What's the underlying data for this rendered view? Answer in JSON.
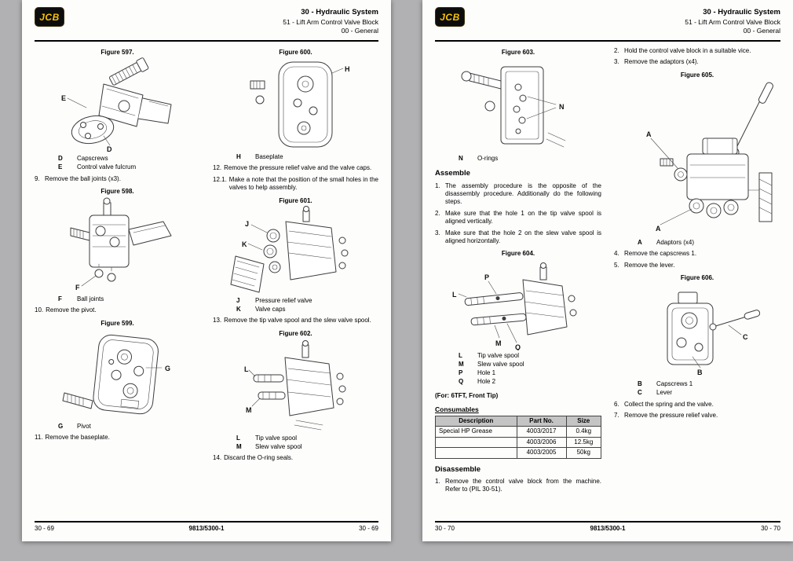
{
  "doc": {
    "logo_text": "JCB",
    "header": {
      "title": "30 - Hydraulic System",
      "subtitle": "51 - Lift Arm Control Valve Block",
      "section": "00 - General"
    },
    "footer_center": "9813/5300-1"
  },
  "left_page": {
    "page_no": "30 - 69",
    "fig597": "Figure 597.",
    "labels_597": [
      {
        "k": "D",
        "v": "Capscrews"
      },
      {
        "k": "E",
        "v": "Control valve fulcrum"
      }
    ],
    "fig598": "Figure 598.",
    "labels_598": [
      {
        "k": "F",
        "v": "Ball joints"
      }
    ],
    "fig599": "Figure 599.",
    "labels_599": [
      {
        "k": "G",
        "v": "Pivot"
      }
    ],
    "fig600": "Figure 600.",
    "labels_600": [
      {
        "k": "H",
        "v": "Baseplate"
      }
    ],
    "fig601": "Figure 601.",
    "labels_601": [
      {
        "k": "J",
        "v": "Pressure relief valve"
      },
      {
        "k": "K",
        "v": "Valve caps"
      }
    ],
    "fig602": "Figure 602.",
    "labels_602": [
      {
        "k": "L",
        "v": "Tip valve spool"
      },
      {
        "k": "M",
        "v": "Slew valve spool"
      }
    ],
    "steps": [
      {
        "n": "9.",
        "t": "Remove the ball joints (x3)."
      },
      {
        "n": "10.",
        "t": "Remove the pivot."
      },
      {
        "n": "11.",
        "t": "Remove the baseplate."
      },
      {
        "n": "12.",
        "t": "Remove the pressure relief valve and the valve caps."
      },
      {
        "n": "12.1.",
        "t": "Make a note that the position of the small holes in the valves to help assembly."
      },
      {
        "n": "13.",
        "t": "Remove the tip valve spool and the slew valve spool."
      },
      {
        "n": "14.",
        "t": "Discard the O-ring seals."
      }
    ]
  },
  "right_page": {
    "page_no": "30 - 70",
    "fig603": "Figure 603.",
    "labels_603": [
      {
        "k": "N",
        "v": "O-rings"
      }
    ],
    "assemble_heading": "Assemble",
    "asm_steps": [
      {
        "n": "1.",
        "t": "The assembly procedure is the opposite of the disassembly procedure. Additionally do the following steps."
      },
      {
        "n": "2.",
        "t": "Make sure that the hole 1 on the tip valve spool is aligned vertically."
      },
      {
        "n": "3.",
        "t": "Make sure that the hole 2 on the slew valve spool is aligned horizontally."
      }
    ],
    "fig604": "Figure 604.",
    "labels_604": [
      {
        "k": "L",
        "v": "Tip valve spool"
      },
      {
        "k": "M",
        "v": "Slew valve spool"
      },
      {
        "k": "P",
        "v": "Hole 1"
      },
      {
        "k": "Q",
        "v": "Hole 2"
      }
    ],
    "for_note": "(For: 6TFT, Front Tip)",
    "consumables_heading": "Consumables",
    "table": {
      "headers": [
        "Description",
        "Part No.",
        "Size"
      ],
      "rows": [
        [
          "Special HP Grease",
          "4003/2017",
          "0.4kg"
        ],
        [
          "",
          "4003/2006",
          "12.5kg"
        ],
        [
          "",
          "4003/2005",
          "50kg"
        ]
      ]
    },
    "disassemble_heading": "Disassemble",
    "dis_steps": [
      {
        "n": "1.",
        "t": "Remove the control valve block from the machine. Refer to (PIL 30-51)."
      },
      {
        "n": "2.",
        "t": "Hold the control valve block in a suitable vice."
      },
      {
        "n": "3.",
        "t": "Remove the adaptors (x4)."
      }
    ],
    "fig605": "Figure 605.",
    "labels_605": [
      {
        "k": "A",
        "v": "Adaptors (x4)"
      }
    ],
    "steps_45": [
      {
        "n": "4.",
        "t": "Remove the capscrews 1."
      },
      {
        "n": "5.",
        "t": "Remove the lever."
      }
    ],
    "fig606": "Figure 606.",
    "labels_606": [
      {
        "k": "B",
        "v": "Capscrews 1"
      },
      {
        "k": "C",
        "v": "Lever"
      }
    ],
    "steps_67": [
      {
        "n": "6.",
        "t": "Collect the spring and the valve."
      },
      {
        "n": "7.",
        "t": "Remove the pressure relief valve."
      }
    ]
  }
}
